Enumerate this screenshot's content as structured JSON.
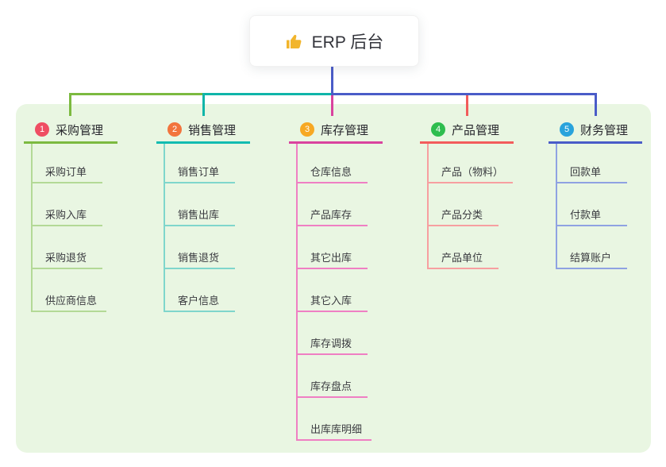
{
  "root": {
    "icon": "thumbs-up-icon",
    "title": "ERP 后台"
  },
  "colors": {
    "panel_bg": "#E9F6E2",
    "root_connector": "#4A5CC8",
    "thumb_icon": "#F2B52C"
  },
  "branches": [
    {
      "number": "1",
      "label": "采购管理",
      "line_color": "#7CBA40",
      "child_line_color": "#B3D996",
      "badge_color": "#EF4E63",
      "children": [
        "采购订单",
        "采购入库",
        "采购退货",
        "供应商信息"
      ]
    },
    {
      "number": "2",
      "label": "销售管理",
      "line_color": "#12BCB1",
      "child_line_color": "#7FD6CC",
      "badge_color": "#F2743D",
      "children": [
        "销售订单",
        "销售出库",
        "销售退货",
        "客户信息"
      ]
    },
    {
      "number": "3",
      "label": "库存管理",
      "line_color": "#D9439E",
      "child_line_color": "#EF7FC3",
      "badge_color": "#F7A823",
      "children": [
        "仓库信息",
        "产品库存",
        "其它出库",
        "其它入库",
        "库存调拨",
        "库存盘点",
        "出库库明细"
      ]
    },
    {
      "number": "4",
      "label": "产品管理",
      "line_color": "#F25C5C",
      "child_line_color": "#F79FA0",
      "badge_color": "#2EBD4E",
      "children": [
        "产品（物料）",
        "产品分类",
        "产品单位"
      ]
    },
    {
      "number": "5",
      "label": "财务管理",
      "line_color": "#4A5CC8",
      "child_line_color": "#8FA2E2",
      "badge_color": "#29A3DC",
      "children": [
        "回款单",
        "付款单",
        "结算账户"
      ]
    }
  ]
}
